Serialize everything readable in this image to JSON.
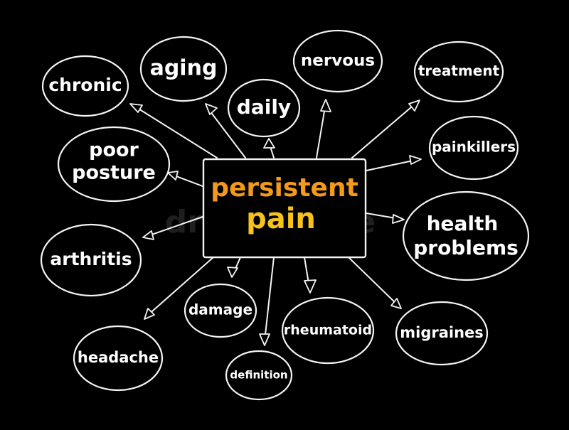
{
  "center": {
    "line1": "persistent",
    "line2": "pain",
    "color_line1": "#f39a1d",
    "color_line2": "#f7c21b"
  },
  "watermark": "dreamstime",
  "nodes": {
    "chronic": "chronic",
    "aging": "aging",
    "nervous": "nervous",
    "treatment": "treatment",
    "daily": "daily",
    "poor_posture_line1": "poor",
    "poor_posture_line2": "posture",
    "painkillers": "painkillers",
    "health_problems_line1": "health",
    "health_problems_line2": "problems",
    "arthritis": "arthritis",
    "damage": "damage",
    "rheumatoid": "rheumatoid",
    "migraines": "migraines",
    "headache": "headache",
    "definition": "definition"
  }
}
